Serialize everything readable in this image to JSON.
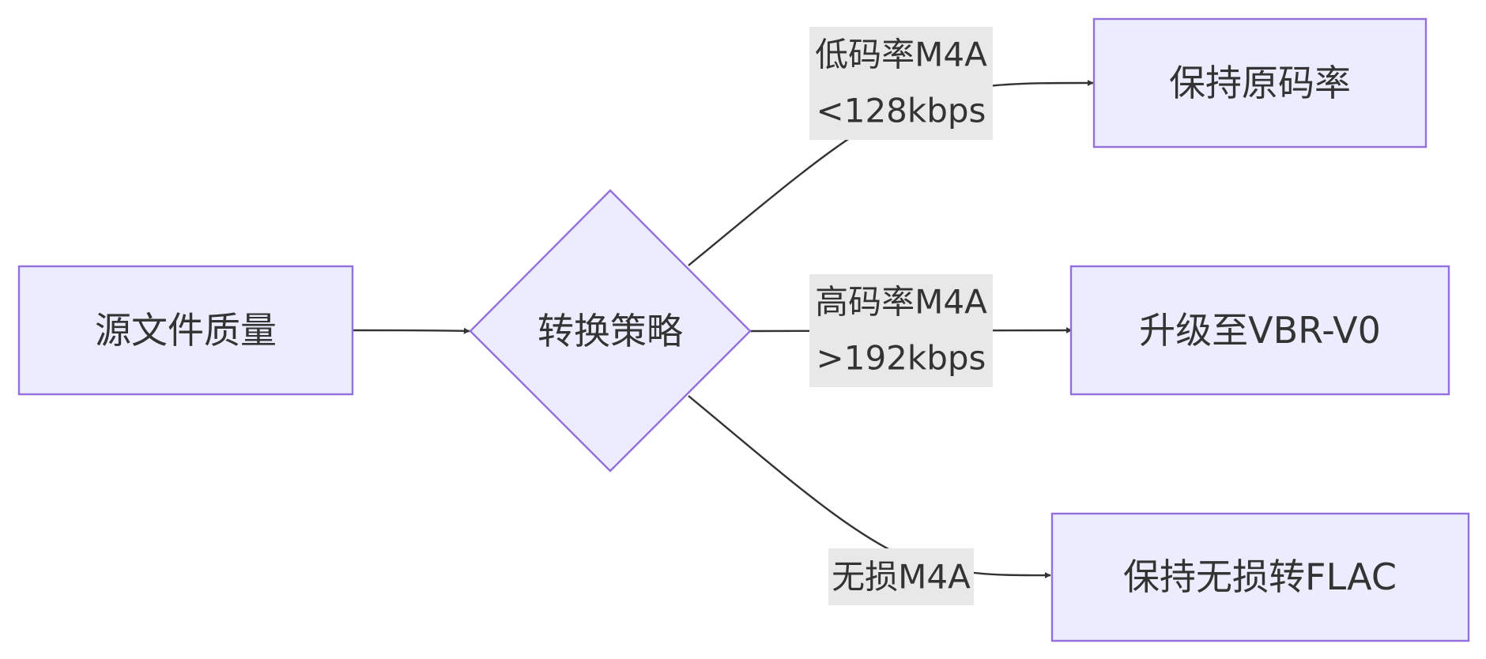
{
  "diagram": {
    "type": "flowchart",
    "direction": "left-to-right",
    "colors": {
      "node_fill": "#ECECFF",
      "node_stroke": "#9370DB",
      "edge": "#333333",
      "label_background": "#E8E8E8",
      "text": "#333333"
    },
    "nodes": {
      "source": {
        "label": "源文件质量",
        "shape": "rectangle"
      },
      "strategy": {
        "label": "转换策略",
        "shape": "diamond"
      },
      "keep": {
        "label": "保持原码率",
        "shape": "rectangle"
      },
      "upgrade": {
        "label": "升级至VBR-V0",
        "shape": "rectangle"
      },
      "flac": {
        "label": "保持无损转FLAC",
        "shape": "rectangle"
      }
    },
    "edges": {
      "source_strategy": {
        "from": "源文件质量",
        "to": "转换策略"
      },
      "low": {
        "from": "转换策略",
        "to": "保持原码率",
        "label_line1": "低码率M4A",
        "label_line2": "<128kbps"
      },
      "high": {
        "from": "转换策略",
        "to": "升级至VBR-V0",
        "label_line1": "高码率M4A",
        "label_line2": ">192kbps"
      },
      "lossless": {
        "from": "转换策略",
        "to": "保持无损转FLAC",
        "label_line1": "无损M4A"
      }
    }
  }
}
